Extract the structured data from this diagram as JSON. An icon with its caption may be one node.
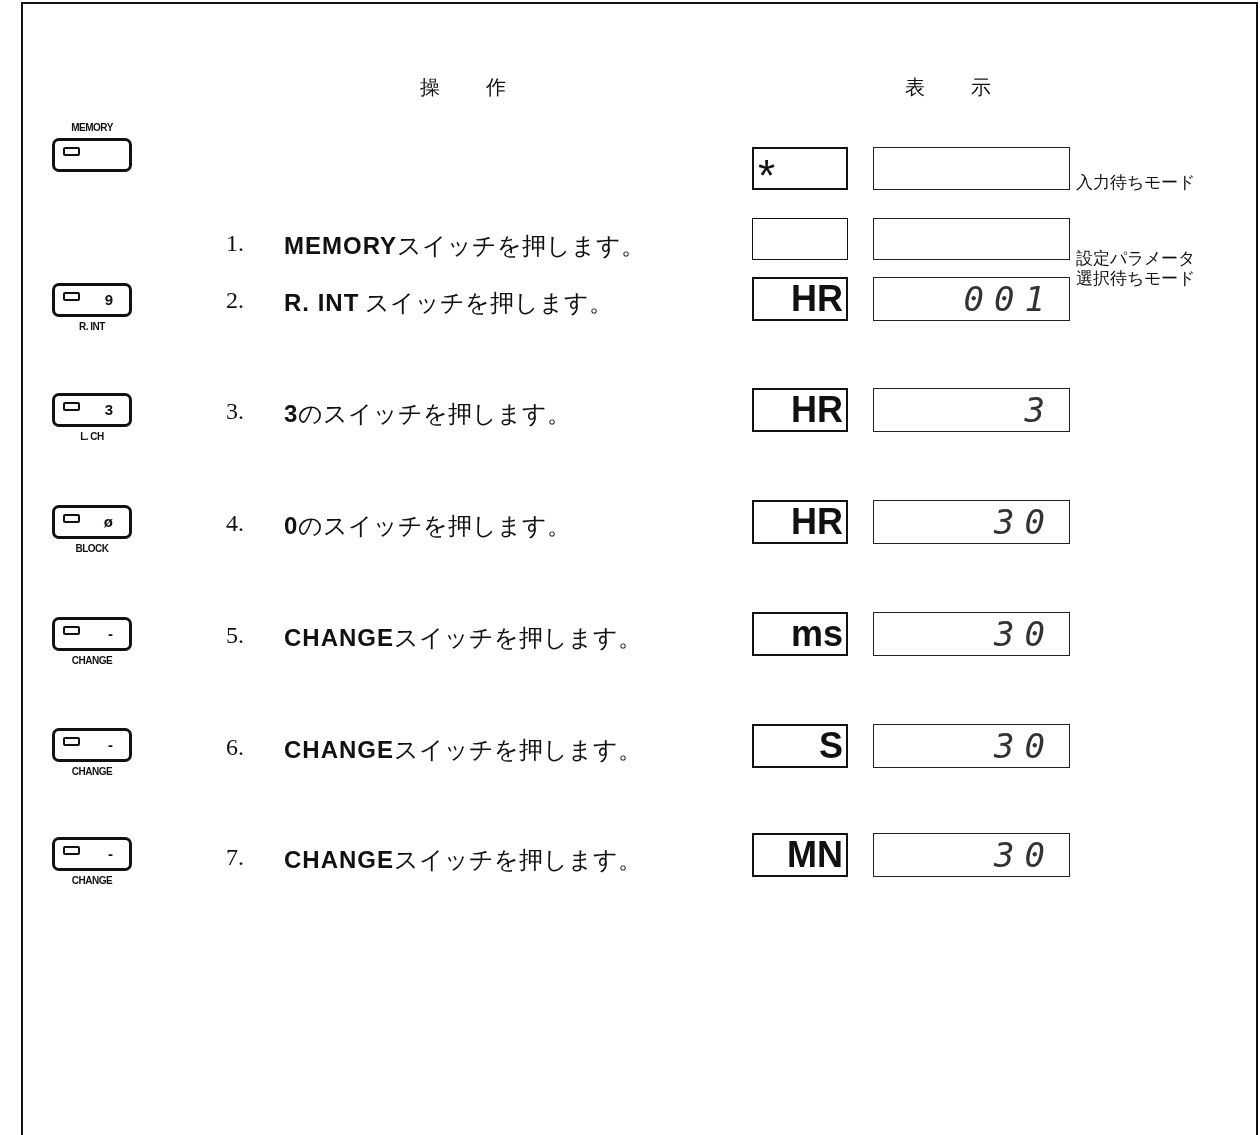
{
  "diagram": {
    "nodes": [
      {
        "text": [
          "*"
        ]
      },
      {
        "text": [],
        "shape": "box",
        "beside": [
          "入力待ちモード"
        ]
      },
      {
        "text": [
          "MEMORY"
        ]
      },
      {
        "text": [],
        "shape": "box"
      },
      {
        "text": [],
        "shape": "box",
        "beside": [
          "設定パラメータ選択待ちモード"
        ]
      },
      {
        "text": [
          "9",
          "R. INT"
        ]
      },
      {
        "text": [
          "HR"
        ]
      },
      {
        "text": [
          "001"
        ]
      },
      {
        "text": [
          "3",
          "L. CH"
        ]
      },
      {
        "text": [
          "HR"
        ]
      },
      {
        "text": [
          "3"
        ]
      },
      {
        "text": [
          "ø",
          "BLOCK"
        ]
      },
      {
        "text": [
          "HR"
        ]
      },
      {
        "text": [
          "30"
        ]
      },
      {
        "text": [
          "-",
          "CHANGE"
        ]
      },
      {
        "text": [
          "ms"
        ]
      },
      {
        "text": [
          "30"
        ]
      },
      {
        "text": [
          "-",
          "CHANGE"
        ]
      },
      {
        "text": [
          "S"
        ]
      },
      {
        "text": [
          "30"
        ]
      },
      {
        "text": [
          "-",
          "CHANGE"
        ]
      },
      {
        "text": [
          "MN"
        ]
      },
      {
        "text": [
          "30"
        ]
      }
    ],
    "edges": [],
    "labels": [
      "操 作",
      "表 示",
      "1.",
      "**MEMORY**スイッチを押します。",
      "2.",
      "**R. INT** スイッチを押します。",
      "3.",
      "**3**のスイッチを押します。",
      "4.",
      "**0**のスイッチを押します。",
      "5.",
      "**CHANGE**スイッチを押します。",
      "6.",
      "**CHANGE**スイッチを押します。",
      "7.",
      "**CHANGE**スイッチを押します。"
    ]
  }
}
